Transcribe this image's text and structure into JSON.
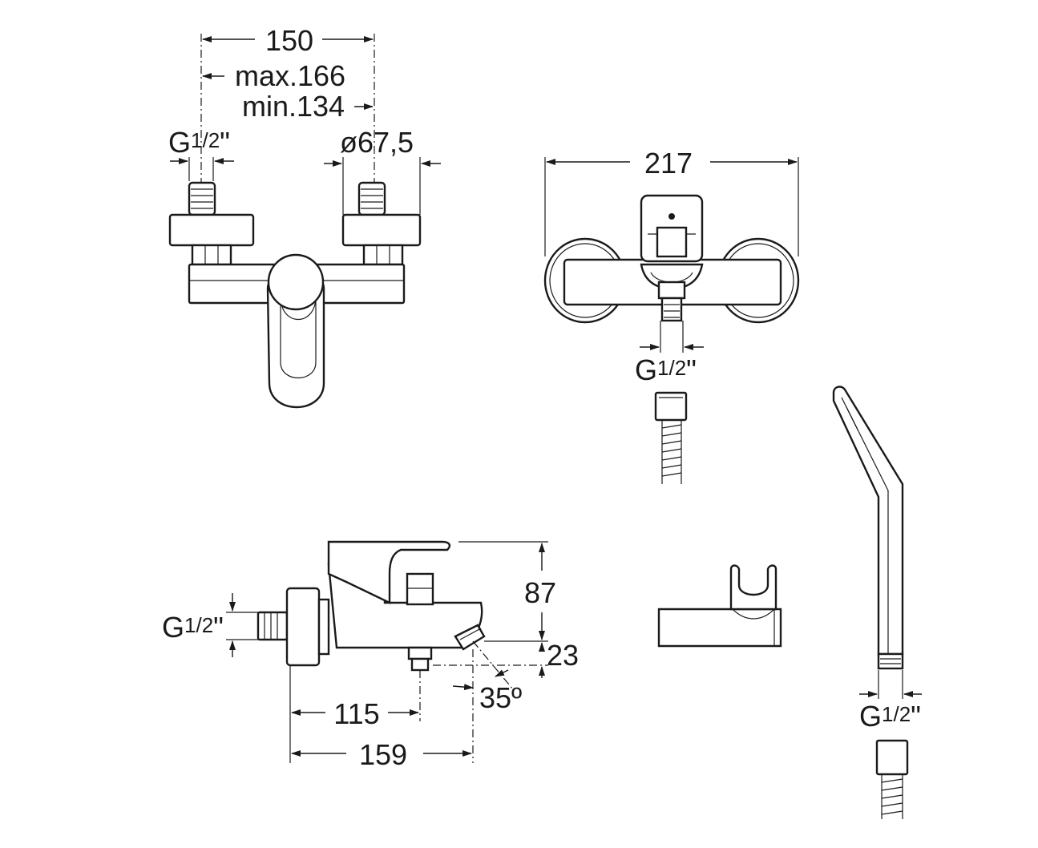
{
  "front_view": {
    "width": "150",
    "max_width": "max.166",
    "min_width": "min.134",
    "inlet_thread_g": "G",
    "inlet_thread_frac": "1/2",
    "inlet_thread_quote": "\"",
    "flange_diameter": "ø67,5"
  },
  "top_view": {
    "width": "217",
    "outlet_thread_g": "G",
    "outlet_thread_frac": "1/2",
    "outlet_thread_quote": "\""
  },
  "side_view": {
    "inlet_thread_g": "G",
    "inlet_thread_frac": "1/2",
    "inlet_thread_quote": "\"",
    "height_above": "87",
    "spout_drop": "23",
    "spout_angle": "35º",
    "depth_to_outlet": "115",
    "depth_total": "159"
  },
  "hand_shower": {
    "thread_g": "G",
    "thread_frac": "1/2",
    "thread_quote": "\""
  }
}
